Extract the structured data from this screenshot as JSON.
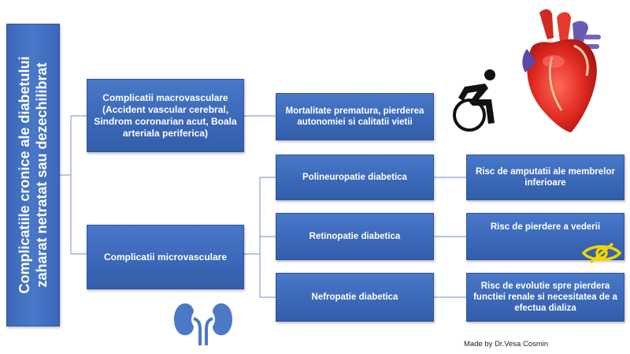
{
  "root": {
    "line1": "Complicatiile cronice  ale diabetului",
    "line2": "zaharat netratat sau dezechilibrat"
  },
  "macro": {
    "label": "Complicatii macrovasculare (Accident vascular cerebral, Sindrom coronarian acut, Boala arteriala periferica)",
    "outcome": "Mortalitate prematura, pierderea autonomiei si calitatii vietii"
  },
  "micro": {
    "label": "Complicatii microvasculare",
    "items": [
      {
        "label": "Polineuropatie diabetica",
        "outcome": "Risc de amputatii ale membrelor inferioare"
      },
      {
        "label": "Retinopatie diabetica",
        "outcome": "Risc de pierdere a vederii"
      },
      {
        "label": "Nefropatie diabetica",
        "outcome": "Risc de evolutie spre pierdera functiei renale si necesitatea de a efectua dializa"
      }
    ]
  },
  "credit": "Made by Dr.Vesa Cosmin",
  "icons": [
    "wheelchair-icon",
    "heart-icon",
    "crossed-eye-icon",
    "kidneys-icon"
  ],
  "colors": {
    "box": "#3b68b8",
    "line": "#8aa3cc",
    "eye_accent": "#f2d400"
  }
}
